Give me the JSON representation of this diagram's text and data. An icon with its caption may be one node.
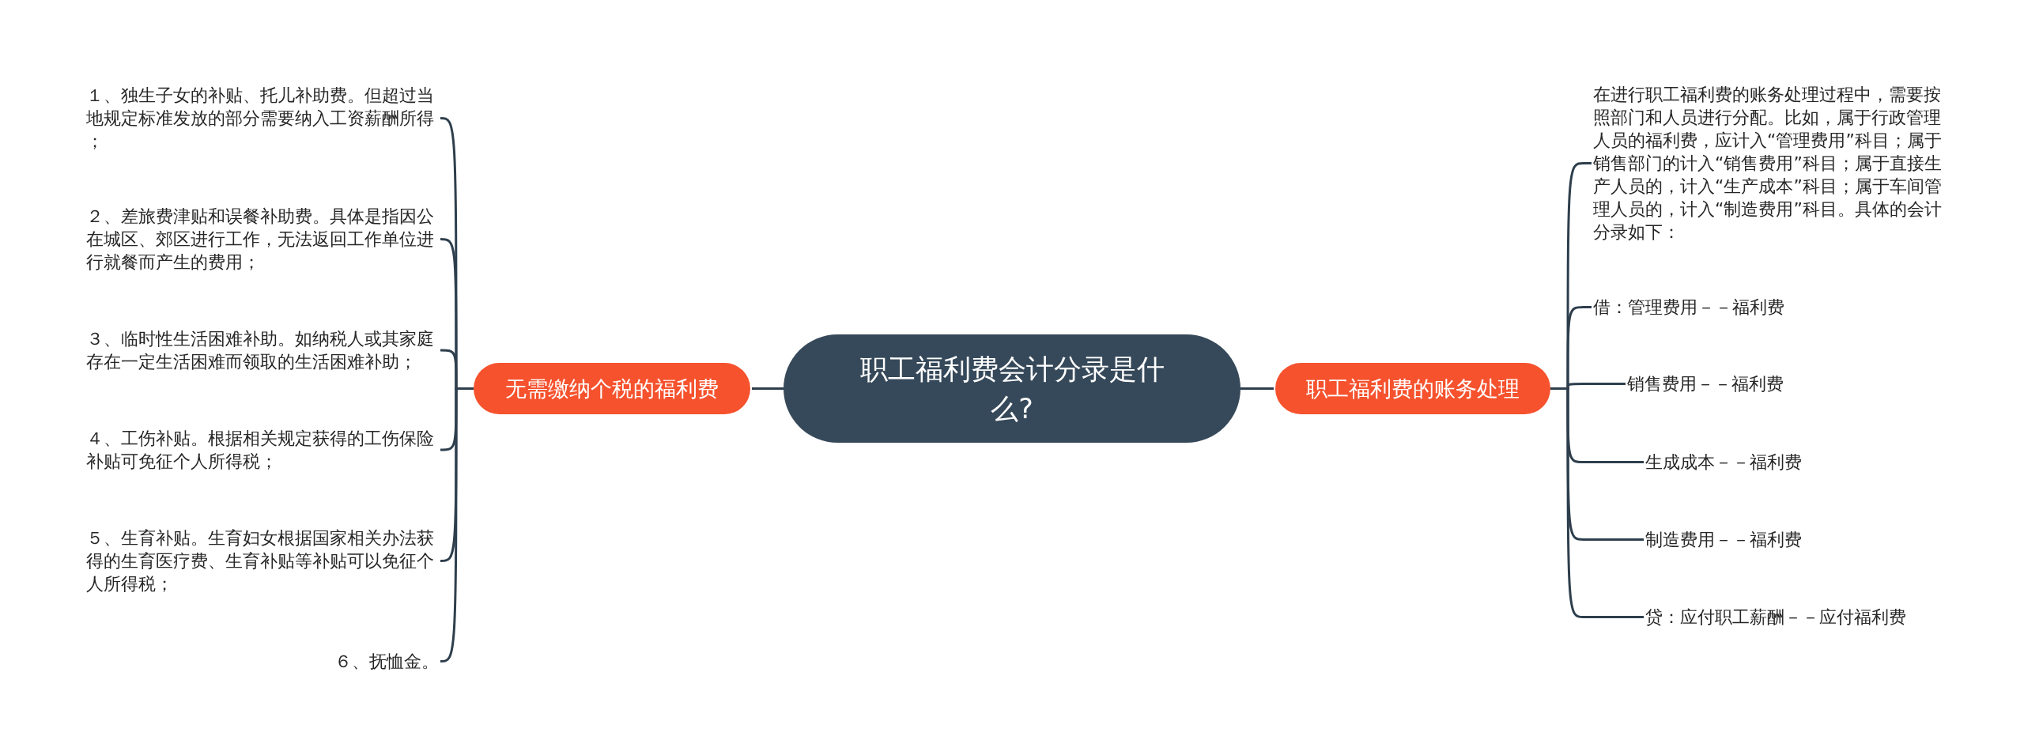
{
  "diagram": {
    "nodes": [
      {
        "text": [
          "职工福利费会计分录是什么?"
        ]
      },
      {
        "text": [
          "无需缴纳个税的福利费"
        ]
      },
      {
        "text": [
          "职工福利费的账务处理"
        ]
      },
      {
        "text": [
          "１、独生子女的补贴、托儿补助费。但超过当地规定标准发放的部分需要纳入工资薪酬所得；"
        ]
      },
      {
        "text": [
          "２、差旅费津贴和误餐补助费。具体是指因公在城区、郊区进行工作，无法返回工作单位进行就餐而产生的费用；"
        ]
      },
      {
        "text": [
          "３、临时性生活困难补助。如纳税人或其家庭存在一定生活困难而领取的生活困难补助；"
        ]
      },
      {
        "text": [
          "４、工伤补贴。根据相关规定获得的工伤保险补贴可免征个人所得税；"
        ]
      },
      {
        "text": [
          "５、生育补贴。生育妇女根据国家相关办法获得的生育医疗费、生育补贴等补贴可以免征个人所得税；"
        ]
      },
      {
        "text": [
          "６、抚恤金。"
        ]
      },
      {
        "text": [
          "在进行职工福利费的账务处理过程中，需要按照部门和人员进行分配。比如，属于行政管理人员的福利费，应计入“管理费用”科目；属于销售部门的计入“销售费用”科目；属于直接生产人员的，计入“生产成本”科目；属于车间管理人员的，计入“制造费用”科目。具体的会计分录如下："
        ]
      },
      {
        "text": [
          "借：管理费用－－福利费"
        ]
      },
      {
        "text": [
          "销售费用－－福利费"
        ]
      },
      {
        "text": [
          "生成成本－－福利费"
        ]
      },
      {
        "text": [
          "制造费用－－福利费"
        ]
      },
      {
        "text": [
          "贷：应付职工薪酬－－应付福利费"
        ]
      }
    ],
    "edges": [
      {
        "from": 0,
        "to": 1,
        "arrow": "none"
      },
      {
        "from": 0,
        "to": 2,
        "arrow": "none"
      },
      {
        "from": 1,
        "to": 3,
        "arrow": "none"
      },
      {
        "from": 1,
        "to": 4,
        "arrow": "none"
      },
      {
        "from": 1,
        "to": 5,
        "arrow": "none"
      },
      {
        "from": 1,
        "to": 6,
        "arrow": "none"
      },
      {
        "from": 1,
        "to": 7,
        "arrow": "none"
      },
      {
        "from": 1,
        "to": 8,
        "arrow": "none"
      },
      {
        "from": 2,
        "to": 9,
        "arrow": "none"
      },
      {
        "from": 2,
        "to": 10,
        "arrow": "none"
      },
      {
        "from": 2,
        "to": 11,
        "arrow": "none"
      },
      {
        "from": 2,
        "to": 12,
        "arrow": "none"
      },
      {
        "from": 2,
        "to": 13,
        "arrow": "none"
      },
      {
        "from": 2,
        "to": 14,
        "arrow": "none"
      }
    ]
  }
}
